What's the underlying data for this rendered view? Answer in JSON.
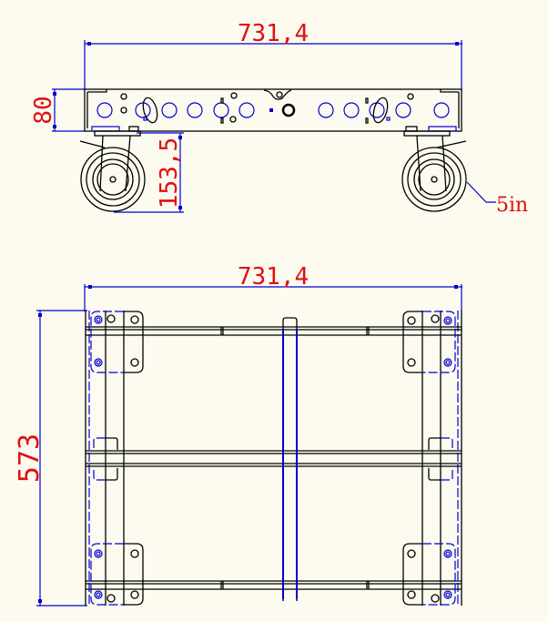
{
  "drawing": {
    "type": "CAD two-view drawing of a wheeled dolly/cart",
    "colors": {
      "background": "#fdfbf0",
      "outline": "#000000",
      "dimension_line": "#0000d0",
      "dimension_text": "#e01010"
    },
    "side_view": {
      "overall_width": "731,4",
      "frame_height": "80",
      "wheel_height": "153,5",
      "wheel_callout": "5in"
    },
    "top_view": {
      "overall_width": "731,4",
      "overall_depth": "573"
    }
  }
}
